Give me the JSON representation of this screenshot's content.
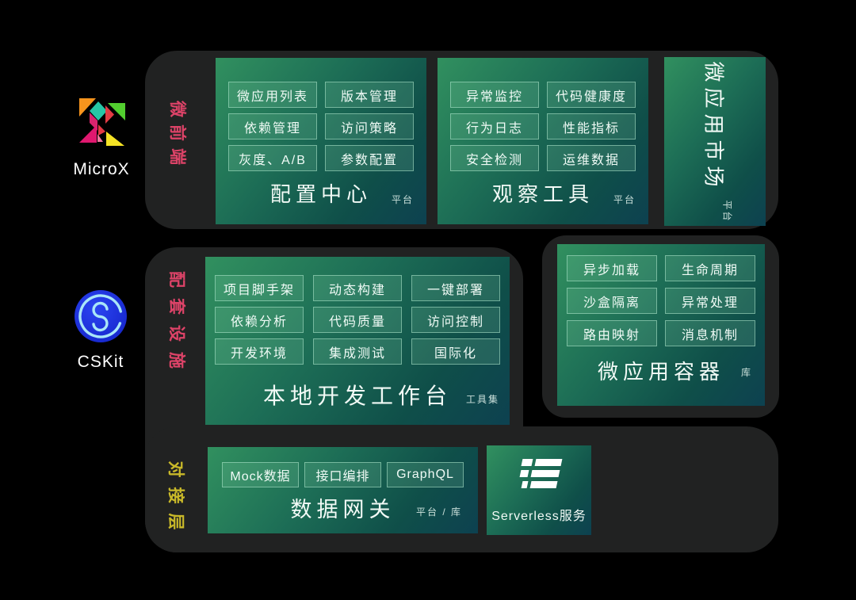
{
  "colors": {
    "background": "#000000",
    "group_bg": "#212222",
    "panel_gradient_start": "#31905f",
    "panel_gradient_end": "#0d4150",
    "box_border": "#b0e7cd",
    "side_label_red": "#dd4368",
    "side_label_yellow": "#c9b929",
    "cskit_blue": "#1d2fe0"
  },
  "logos": {
    "microx": {
      "caption": "MicroX"
    },
    "cskit": {
      "caption": "CSKit"
    }
  },
  "side_labels": {
    "row1": "微前端",
    "row2": "配套设施",
    "row3": "对接层"
  },
  "panels": {
    "config": {
      "title": "配置中心",
      "tag": "平台",
      "boxes": [
        "微应用列表",
        "版本管理",
        "依赖管理",
        "访问策略",
        "灰度、A/B",
        "参数配置"
      ]
    },
    "observe": {
      "title": "观察工具",
      "tag": "平台",
      "boxes": [
        "异常监控",
        "代码健康度",
        "行为日志",
        "性能指标",
        "安全检测",
        "运维数据"
      ]
    },
    "market": {
      "title": "微应用市场",
      "tag": "平台"
    },
    "workbench": {
      "title": "本地开发工作台",
      "tag": "工具集",
      "boxes": [
        "项目脚手架",
        "动态构建",
        "一键部署",
        "依赖分析",
        "代码质量",
        "访问控制",
        "开发环境",
        "集成测试",
        "国际化"
      ]
    },
    "container": {
      "title": "微应用容器",
      "tag": "库",
      "boxes": [
        "异步加载",
        "生命周期",
        "沙盒隔离",
        "异常处理",
        "路由映射",
        "消息机制"
      ]
    },
    "gateway": {
      "title": "数据网关",
      "tag": "平台 / 库",
      "boxes": [
        "Mock数据",
        "接口编排",
        "GraphQL"
      ]
    },
    "serverless": {
      "title": "Serverless服务"
    }
  }
}
